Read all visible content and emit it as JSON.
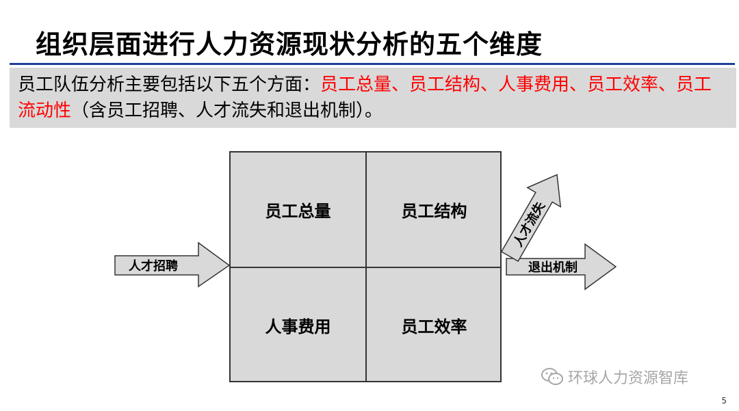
{
  "title": "组织层面进行人力资源现状分析的五个维度",
  "intro": {
    "prefix": "员工队伍分析主要包括以下五个方面：",
    "highlight": "员工总量、员工结构、人事费用、员工效率、员工流动性",
    "suffix": "（含员工招聘、人才流失和退出机制）。"
  },
  "grid": {
    "cells": [
      "员工总量",
      "员工结构",
      "人事费用",
      "员工效率"
    ]
  },
  "arrows": {
    "recruit": "人才招聘",
    "loss": "人才流失",
    "exit": "退出机制"
  },
  "watermark": "环球人力资源智库",
  "page_number": "5",
  "colors": {
    "title_line": "#1f3f9b",
    "box_fill": "#d9d9d9",
    "highlight": "#ff0000"
  }
}
